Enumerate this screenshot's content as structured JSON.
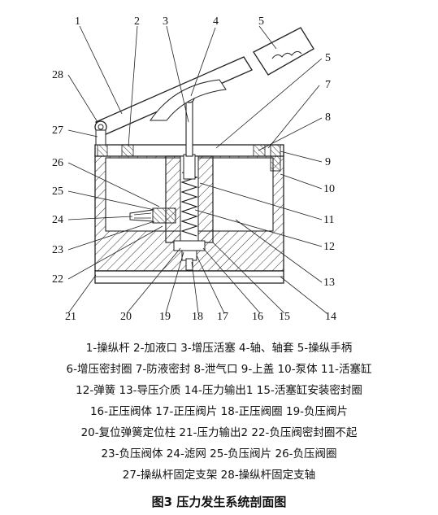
{
  "labels": [
    {
      "id": "1",
      "text": "1"
    },
    {
      "id": "2",
      "text": "2"
    },
    {
      "id": "3",
      "text": "3"
    },
    {
      "id": "4",
      "text": "4"
    },
    {
      "id": "5a",
      "text": "5"
    },
    {
      "id": "5b",
      "text": "5"
    },
    {
      "id": "7",
      "text": "7"
    },
    {
      "id": "8",
      "text": "8"
    },
    {
      "id": "9",
      "text": "9"
    },
    {
      "id": "10",
      "text": "10"
    },
    {
      "id": "11",
      "text": "11"
    },
    {
      "id": "12",
      "text": "12"
    },
    {
      "id": "13",
      "text": "13"
    },
    {
      "id": "14",
      "text": "14"
    },
    {
      "id": "15",
      "text": "15"
    },
    {
      "id": "16",
      "text": "16"
    },
    {
      "id": "17",
      "text": "17"
    },
    {
      "id": "18",
      "text": "18"
    },
    {
      "id": "19",
      "text": "19"
    },
    {
      "id": "20",
      "text": "20"
    },
    {
      "id": "21",
      "text": "21"
    },
    {
      "id": "22",
      "text": "22"
    },
    {
      "id": "23",
      "text": "23"
    },
    {
      "id": "24",
      "text": "24"
    },
    {
      "id": "25",
      "text": "25"
    },
    {
      "id": "26",
      "text": "26"
    },
    {
      "id": "27",
      "text": "27"
    },
    {
      "id": "28",
      "text": "28"
    }
  ],
  "legend_lines": [
    "1-操纵杆 2-加液口 3-增压活塞 4-轴、轴套 5-操纵手柄",
    "6-增压密封圈 7-防液密封 8-泄气口 9-上盖 10-泵体 11-活塞缸",
    "12-弹簧 13-导压介质 14-压力输出1 15-活塞缸安装密封圈",
    "16-正压阀体 17-正压阀片 18-正压阀圈 19-负压阀片",
    "20-复位弹簧定位柱 21-压力输出2 22-负压阀密封圈不起",
    "23-负压阀体 24-滤网 25-负压阀片 26-负压阀圈",
    "27-操纵杆固定支架 28-操纵杆固定支轴"
  ],
  "caption": "图3 压力发生系统剖面图"
}
